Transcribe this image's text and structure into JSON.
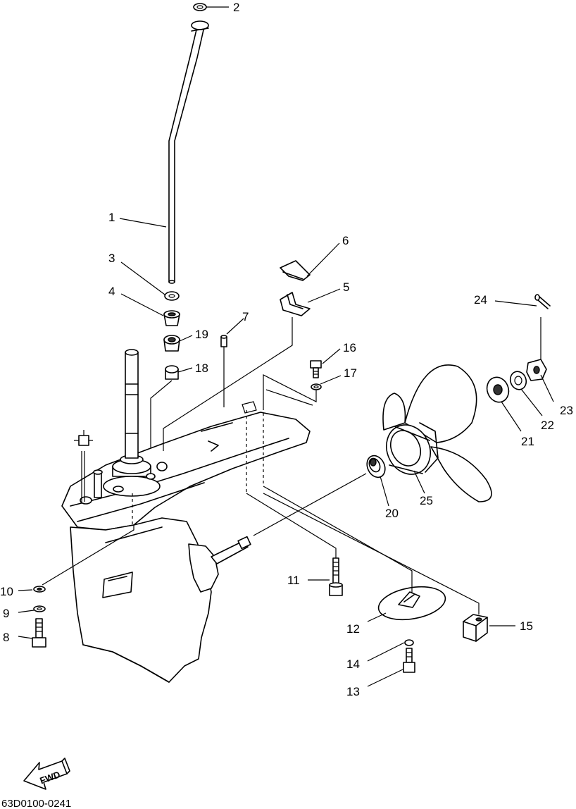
{
  "diagram": {
    "drawing_code": "63D0100-0241",
    "direction_label": "FWD",
    "callouts": [
      "1",
      "2",
      "3",
      "4",
      "5",
      "6",
      "7",
      "8",
      "9",
      "10",
      "11",
      "12",
      "13",
      "14",
      "15",
      "16",
      "17",
      "18",
      "19",
      "20",
      "21",
      "22",
      "23",
      "24",
      "25"
    ]
  }
}
